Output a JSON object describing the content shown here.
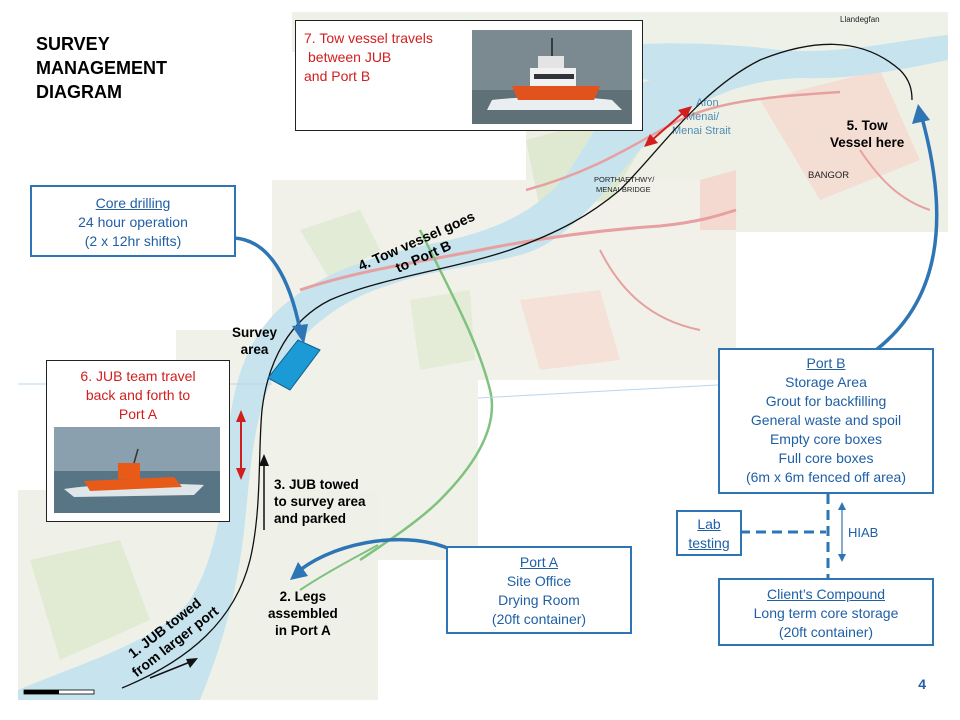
{
  "title_lines": [
    "SURVEY",
    "MANAGEMENT",
    "DIAGRAM"
  ],
  "boxes": {
    "tow_vessel_travels": [
      "7. Tow vessel travels",
      "between JUB",
      "and Port B"
    ],
    "core_drilling": {
      "heading": "Core drilling",
      "lines": [
        "24 hour operation",
        "(2 x 12hr shifts)"
      ]
    },
    "jub_team": [
      "6. JUB team travel",
      "back and forth to",
      "Port A"
    ],
    "port_b": {
      "heading": "Port B",
      "lines": [
        "Storage Area",
        "Grout for backfilling",
        "General waste and spoil",
        "Empty core boxes",
        "Full core boxes",
        "(6m x 6m fenced off area)"
      ]
    },
    "port_a": {
      "heading": "Port A",
      "lines": [
        "Site Office",
        "Drying Room",
        "(20ft container)"
      ]
    },
    "lab_testing": [
      "Lab",
      "testing"
    ],
    "clients_compound": {
      "heading": "Client’s Compound",
      "lines": [
        "Long term core storage",
        "(20ft container)"
      ]
    }
  },
  "labels": {
    "survey_area": [
      "Survey",
      "area"
    ],
    "step1": [
      "1. JUB towed",
      "from larger port"
    ],
    "step2": [
      "2. Legs",
      "assembled",
      "in Port A"
    ],
    "step3": [
      "3. JUB towed",
      "to survey area",
      "and parked"
    ],
    "step4": [
      "4. Tow vessel goes",
      "to Port B"
    ],
    "step5": [
      "5. Tow",
      "Vessel here"
    ],
    "hiab": "HIAB"
  },
  "map_text": {
    "strait": [
      "Afon",
      "Menai/",
      "Menai Strait"
    ],
    "bangor": "BANGOR",
    "porthaethwy": [
      "PORTHAETHWY/",
      "MENAI BRIDGE"
    ],
    "llandegfan": "Llandegfan"
  },
  "page_number": "4",
  "colors": {
    "blue": "#2e75b6",
    "red": "#d21e1e",
    "water": "#c6e3ee",
    "survey_area": "#1c9ad6"
  }
}
